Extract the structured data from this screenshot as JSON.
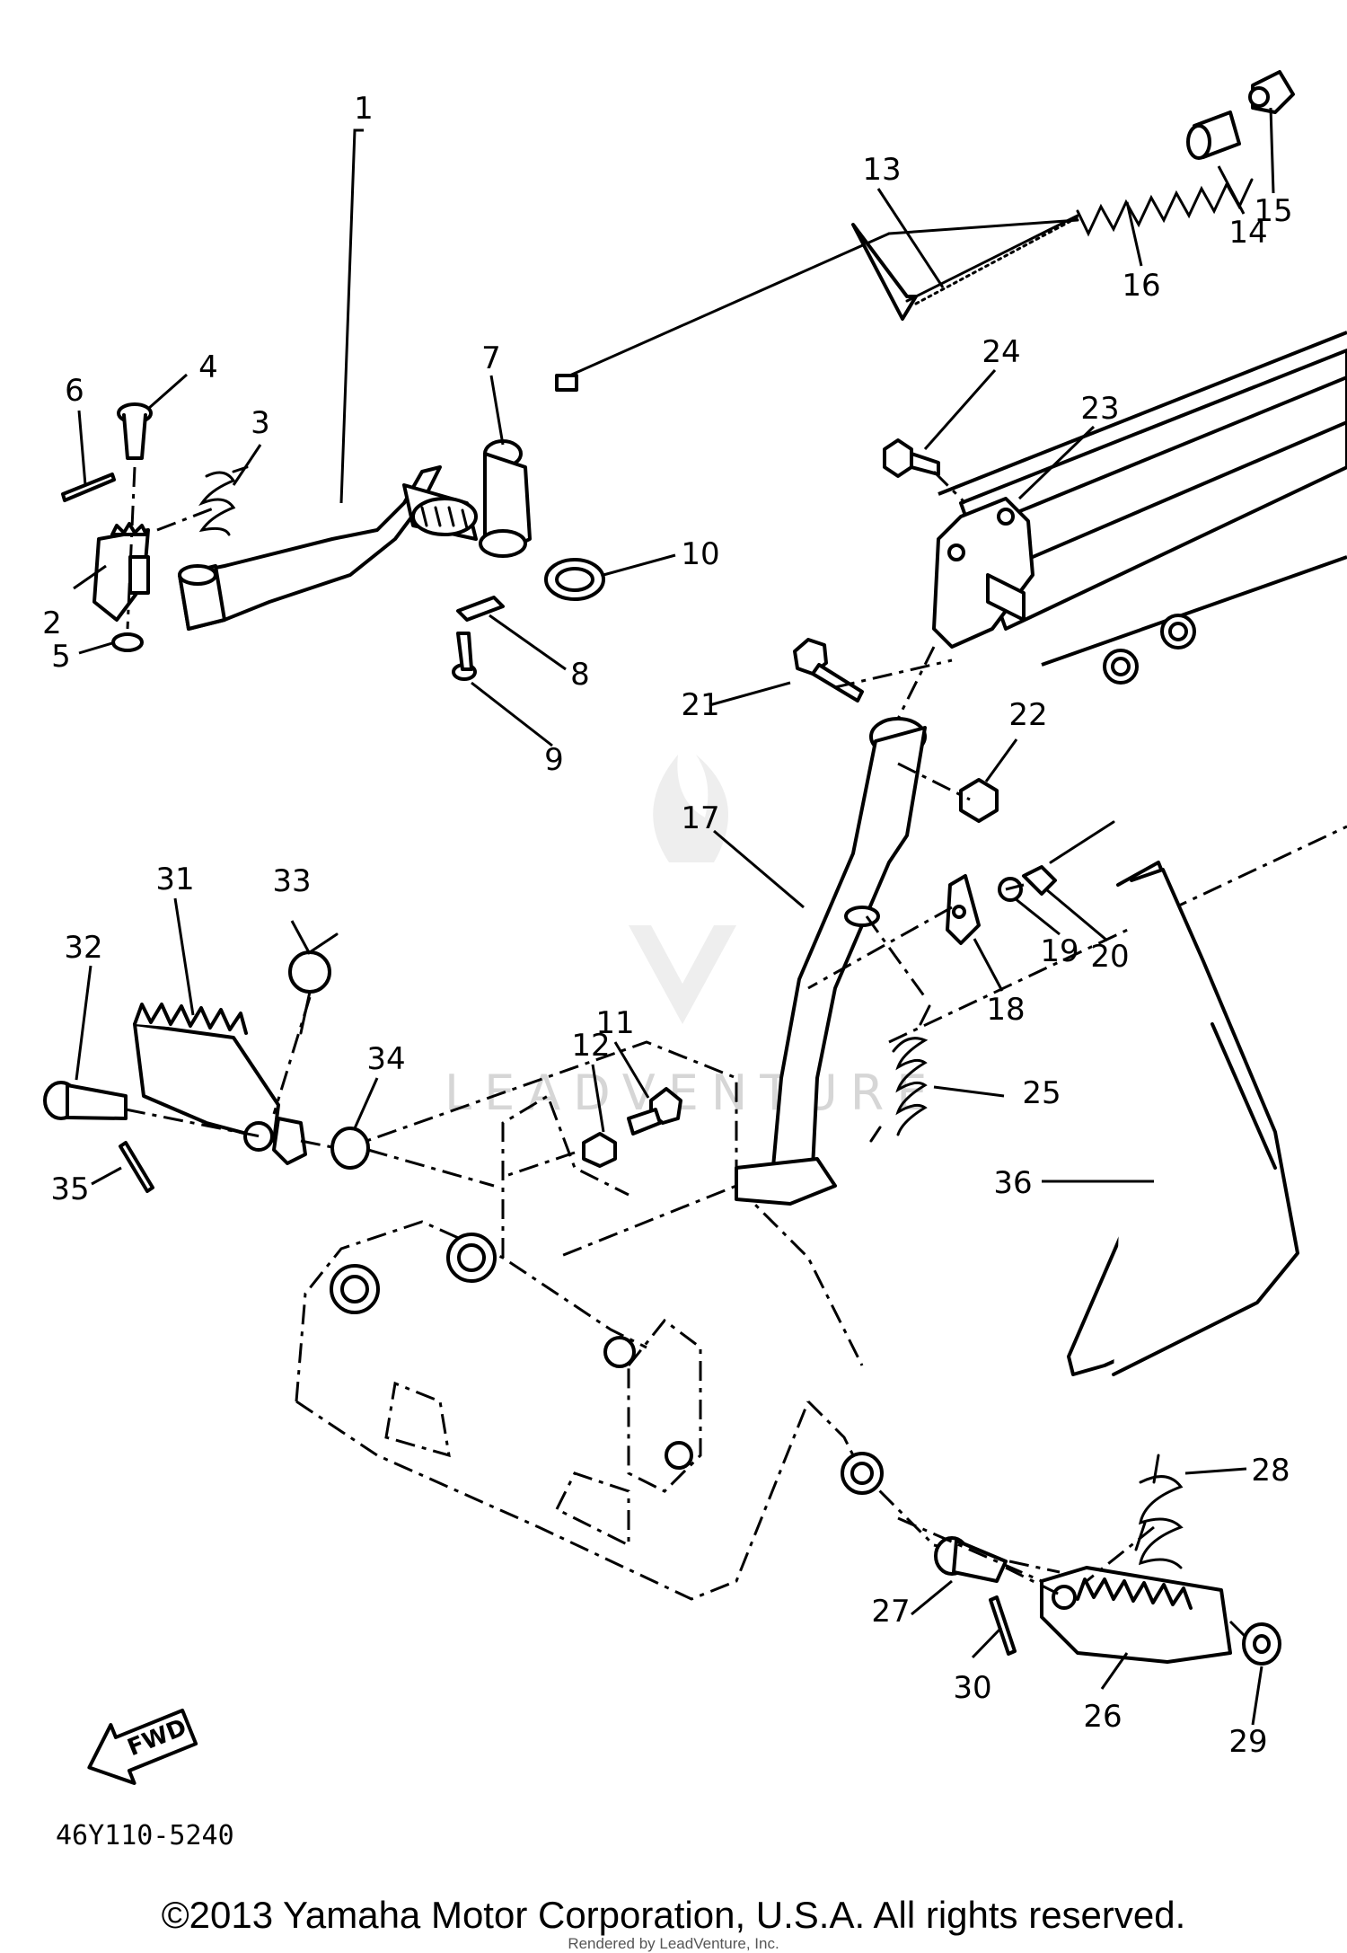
{
  "watermark": "LEADVENTURE",
  "diagram_code": "46Y110-5240",
  "fwd_label": "FWD",
  "copyright": "©2013 Yamaha Motor Corporation, U.S.A. All rights reserved.",
  "rendered_by": "Rendered by LeadVenture, Inc.",
  "callouts": {
    "c1": "1",
    "c2": "2",
    "c3": "3",
    "c4": "4",
    "c5": "5",
    "c6": "6",
    "c7": "7",
    "c8": "8",
    "c9": "9",
    "c10": "10",
    "c11": "11",
    "c12": "12",
    "c13": "13",
    "c14": "14",
    "c15": "15",
    "c16": "16",
    "c17": "17",
    "c18": "18",
    "c19": "19",
    "c20": "20",
    "c21": "21",
    "c22": "22",
    "c23": "23",
    "c24": "24",
    "c25": "25",
    "c26": "26",
    "c27": "27",
    "c28": "28",
    "c29": "29",
    "c30": "30",
    "c31": "31",
    "c32": "32",
    "c33": "33",
    "c34": "34",
    "c35": "35",
    "c36": "36"
  }
}
